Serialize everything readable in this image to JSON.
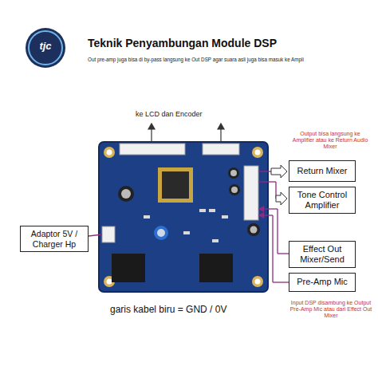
{
  "diagram": {
    "title": "Teknik Penyambungan Module DSP",
    "nodes": [
      {
        "text": [
          "Return Mixer"
        ]
      },
      {
        "text": [
          "Tone Control Amplifier"
        ]
      },
      {
        "text": [
          "Adaptor 5V / Charger Hp"
        ]
      },
      {
        "text": [
          "Effect Out Mixer/Send"
        ]
      },
      {
        "text": [
          "Pre-Amp Mic"
        ]
      }
    ],
    "labels": [
      "Out pre-amp juga bisa di by-pass langsung ke Out DSP agar suara asli juga bisa masuk ke Ampli",
      "ke LCD dan Encoder",
      "Output bisa langsung ke Amplifier atau ke Return Audio Mixer",
      "garis kabel biru = GND / 0V",
      "Input DSP disambung ke Output Pre-Amp Mic atau dari Effect Out Mixer",
      "tjc"
    ]
  }
}
